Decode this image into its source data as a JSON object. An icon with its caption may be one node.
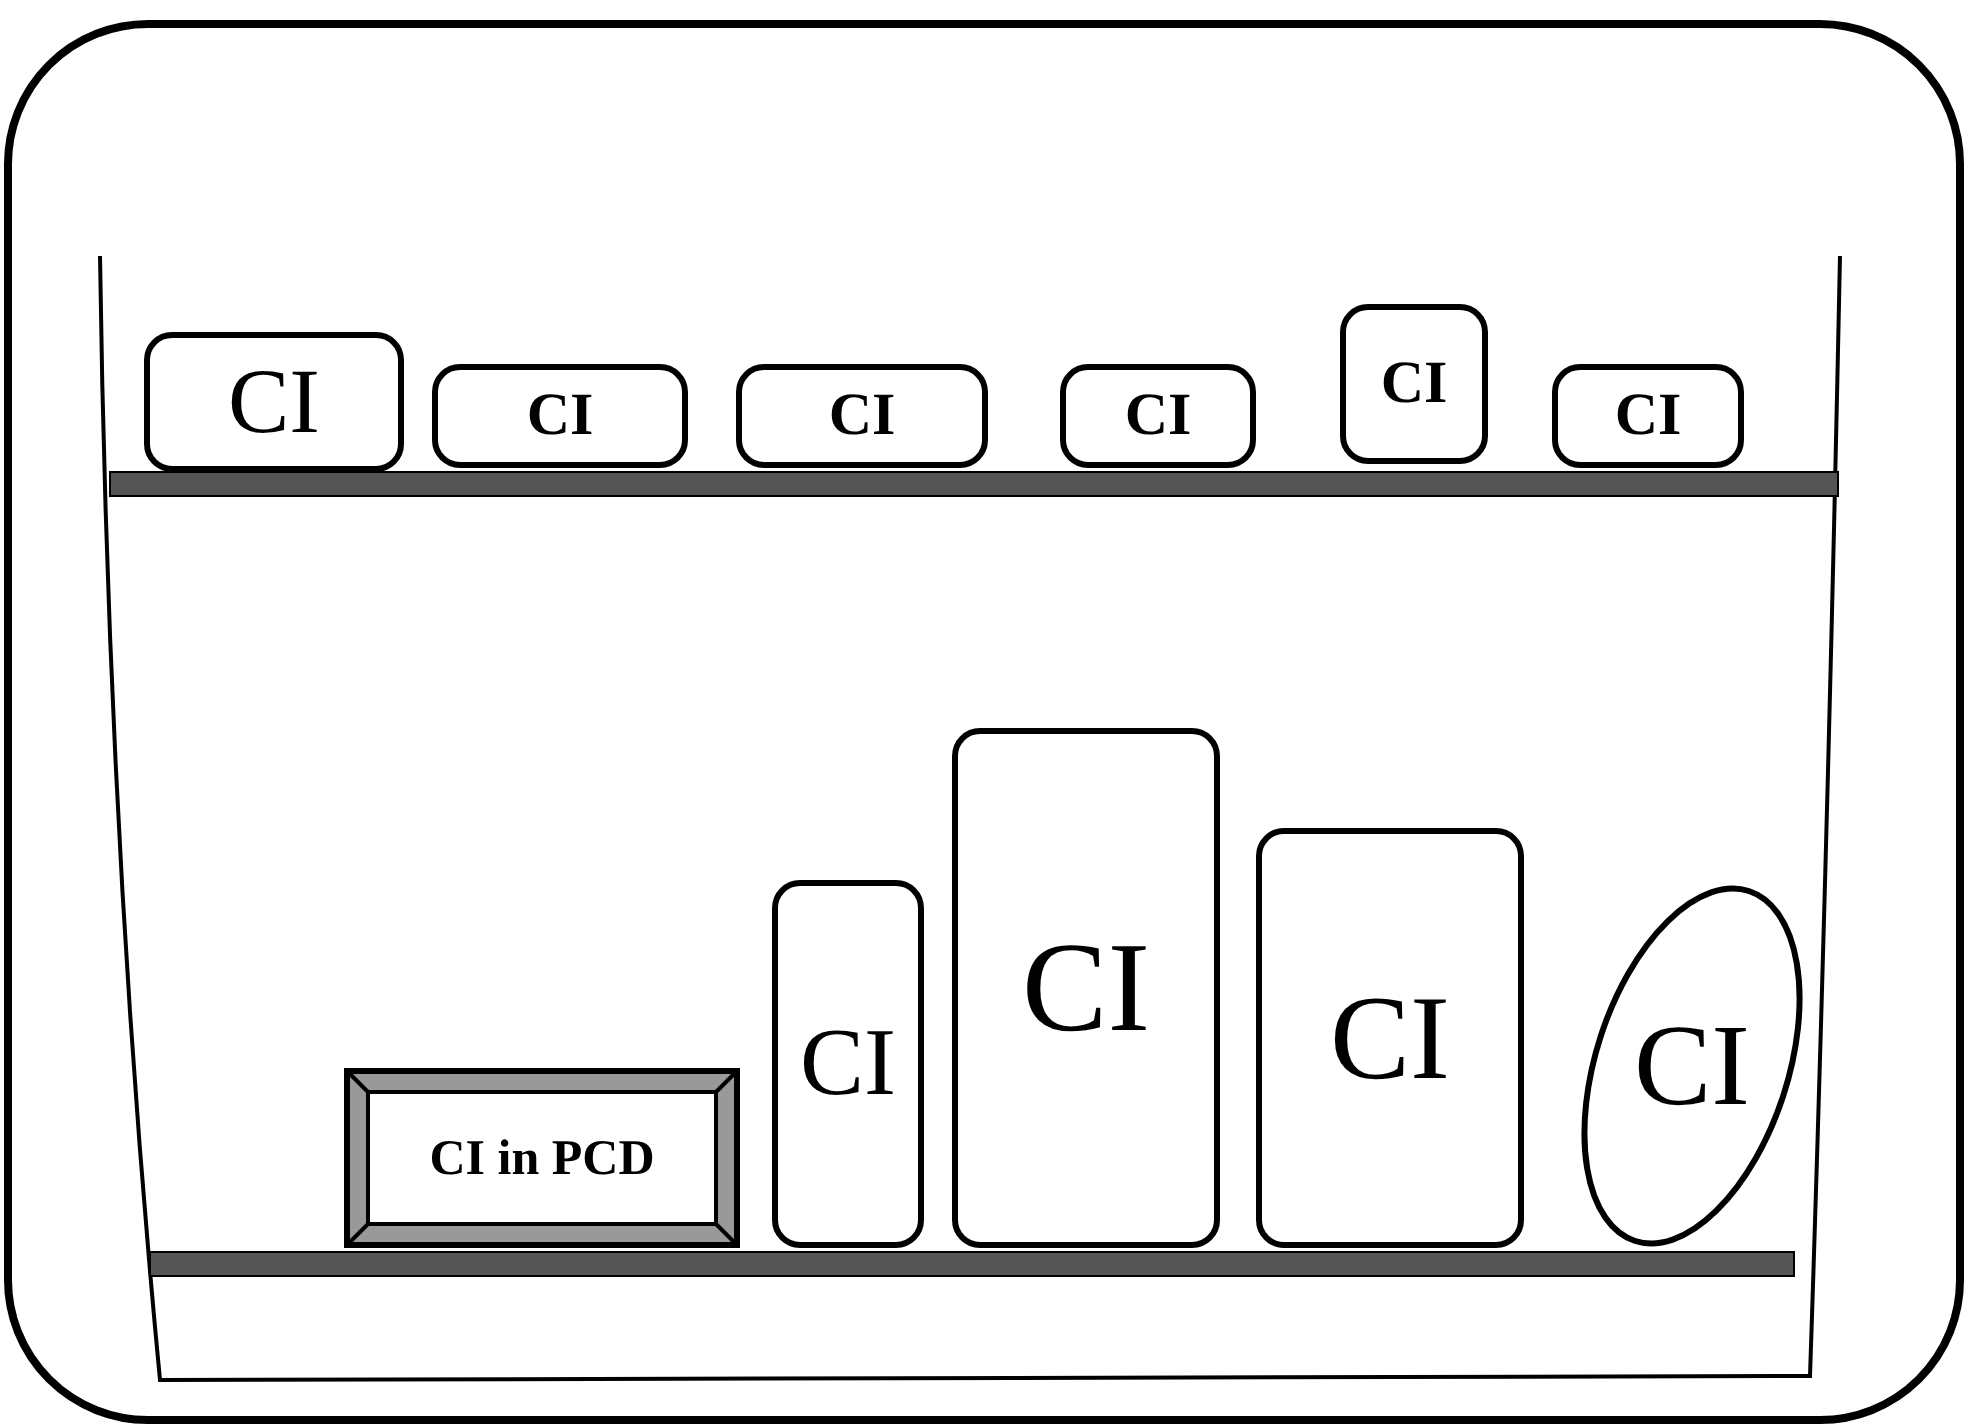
{
  "diagram": {
    "nodes": [
      {
        "text": [
          "CI"
        ]
      },
      {
        "text": [
          "CI"
        ]
      },
      {
        "text": [
          "CI"
        ]
      },
      {
        "text": [
          "CI"
        ]
      },
      {
        "text": [
          "CI"
        ]
      },
      {
        "text": [
          "CI"
        ]
      },
      {
        "text": [
          "CI in PCD"
        ]
      },
      {
        "text": [
          "CI"
        ]
      },
      {
        "text": [
          "CI"
        ]
      },
      {
        "text": [
          "CI"
        ]
      },
      {
        "text": [
          "CI"
        ]
      }
    ]
  }
}
